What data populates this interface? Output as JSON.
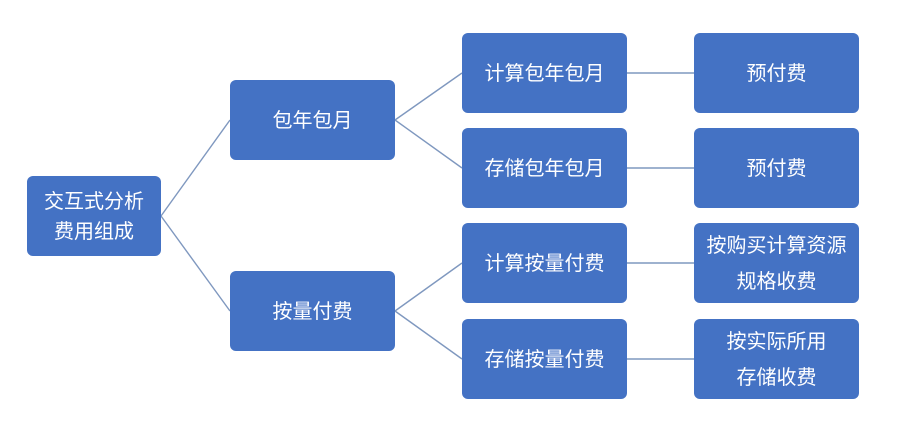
{
  "root": {
    "line1": "交互式分析",
    "line2": "费用组成"
  },
  "level1": {
    "subscription": "包年包月",
    "pay_as_you_go": "按量付费"
  },
  "level2": {
    "compute_subscription": "计算包年包月",
    "storage_subscription": "存储包年包月",
    "compute_pay_as_you_go": "计算按量付费",
    "storage_pay_as_you_go": "存储按量付费"
  },
  "level3": {
    "prepaid_1": "预付费",
    "prepaid_2": "预付费",
    "compute_spec": {
      "line1": "按购买计算资源",
      "line2": "规格收费"
    },
    "storage_actual": {
      "line1": "按实际所用",
      "line2": "存储收费"
    }
  },
  "colors": {
    "node_fill": "#4472c4",
    "node_text": "#ffffff",
    "connector": "#7f98bf"
  }
}
